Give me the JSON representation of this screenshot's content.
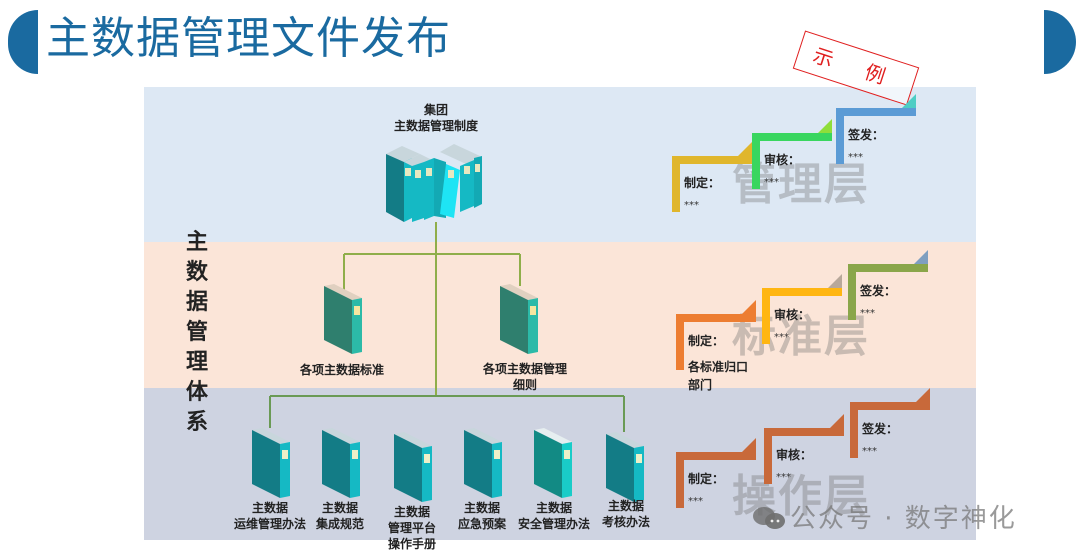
{
  "header": {
    "title": "主数据管理文件发布"
  },
  "stamp": "示 例",
  "side_label": [
    "主",
    "数",
    "据",
    "管",
    "理",
    "体",
    "系"
  ],
  "tree": {
    "root": {
      "lines": [
        "集团",
        "主数据管理制度"
      ]
    },
    "level2": [
      {
        "lines": [
          "各项主数据标准"
        ]
      },
      {
        "lines": [
          "各项主数据管理",
          "细则"
        ]
      }
    ],
    "level3": [
      {
        "lines": [
          "主数据",
          "运维管理办法"
        ]
      },
      {
        "lines": [
          "主数据",
          "集成规范"
        ]
      },
      {
        "lines": [
          "主数据",
          "管理平台",
          "操作手册"
        ]
      },
      {
        "lines": [
          "主数据",
          "应急预案"
        ]
      },
      {
        "lines": [
          "主数据",
          "安全管理办法"
        ]
      },
      {
        "lines": [
          "主数据",
          "考核办法"
        ]
      }
    ]
  },
  "layers": [
    {
      "name": "管理层",
      "steps": [
        {
          "label": "制定：",
          "value": "***",
          "color": "#e0b62c",
          "tip_color": "#e0b62c"
        },
        {
          "label": "审核：",
          "value": "***",
          "color": "#39d65f",
          "tip_color": "#8fde3a"
        },
        {
          "label": "签发：",
          "value": "***",
          "color": "#5b9bd5",
          "tip_color": "#4ecdc4"
        }
      ]
    },
    {
      "name": "标准层",
      "steps": [
        {
          "label": "制定：",
          "value": "各标准归口\n部门",
          "value_lines": [
            "各标准归口",
            "部门"
          ],
          "color": "#ed7d31",
          "tip_color": "#ed7d31"
        },
        {
          "label": "审核：",
          "value": "***",
          "color": "#ffb612",
          "tip_color": "#b8a89a"
        },
        {
          "label": "签发：",
          "value": "***",
          "color": "#8aa64a",
          "tip_color": "#7f9fc0"
        }
      ]
    },
    {
      "name": "操作层",
      "steps": [
        {
          "label": "制定：",
          "value": "***",
          "color": "#c8693a",
          "tip_color": "#c8693a"
        },
        {
          "label": "审核：",
          "value": "***",
          "color": "#c8693a",
          "tip_color": "#c8693a"
        },
        {
          "label": "签发：",
          "value": "***",
          "color": "#c8693a",
          "tip_color": "#c8693a"
        }
      ]
    }
  ],
  "colors": {
    "title": "#1a6aa0",
    "connector": "#8fae4a",
    "book_dark": "#137c86",
    "book_light": "#15b9c4",
    "book_mid_dark": "#2f7f6e",
    "book_mid_light": "#2cbaa8"
  },
  "watermark": "公众号 · 数字神化"
}
